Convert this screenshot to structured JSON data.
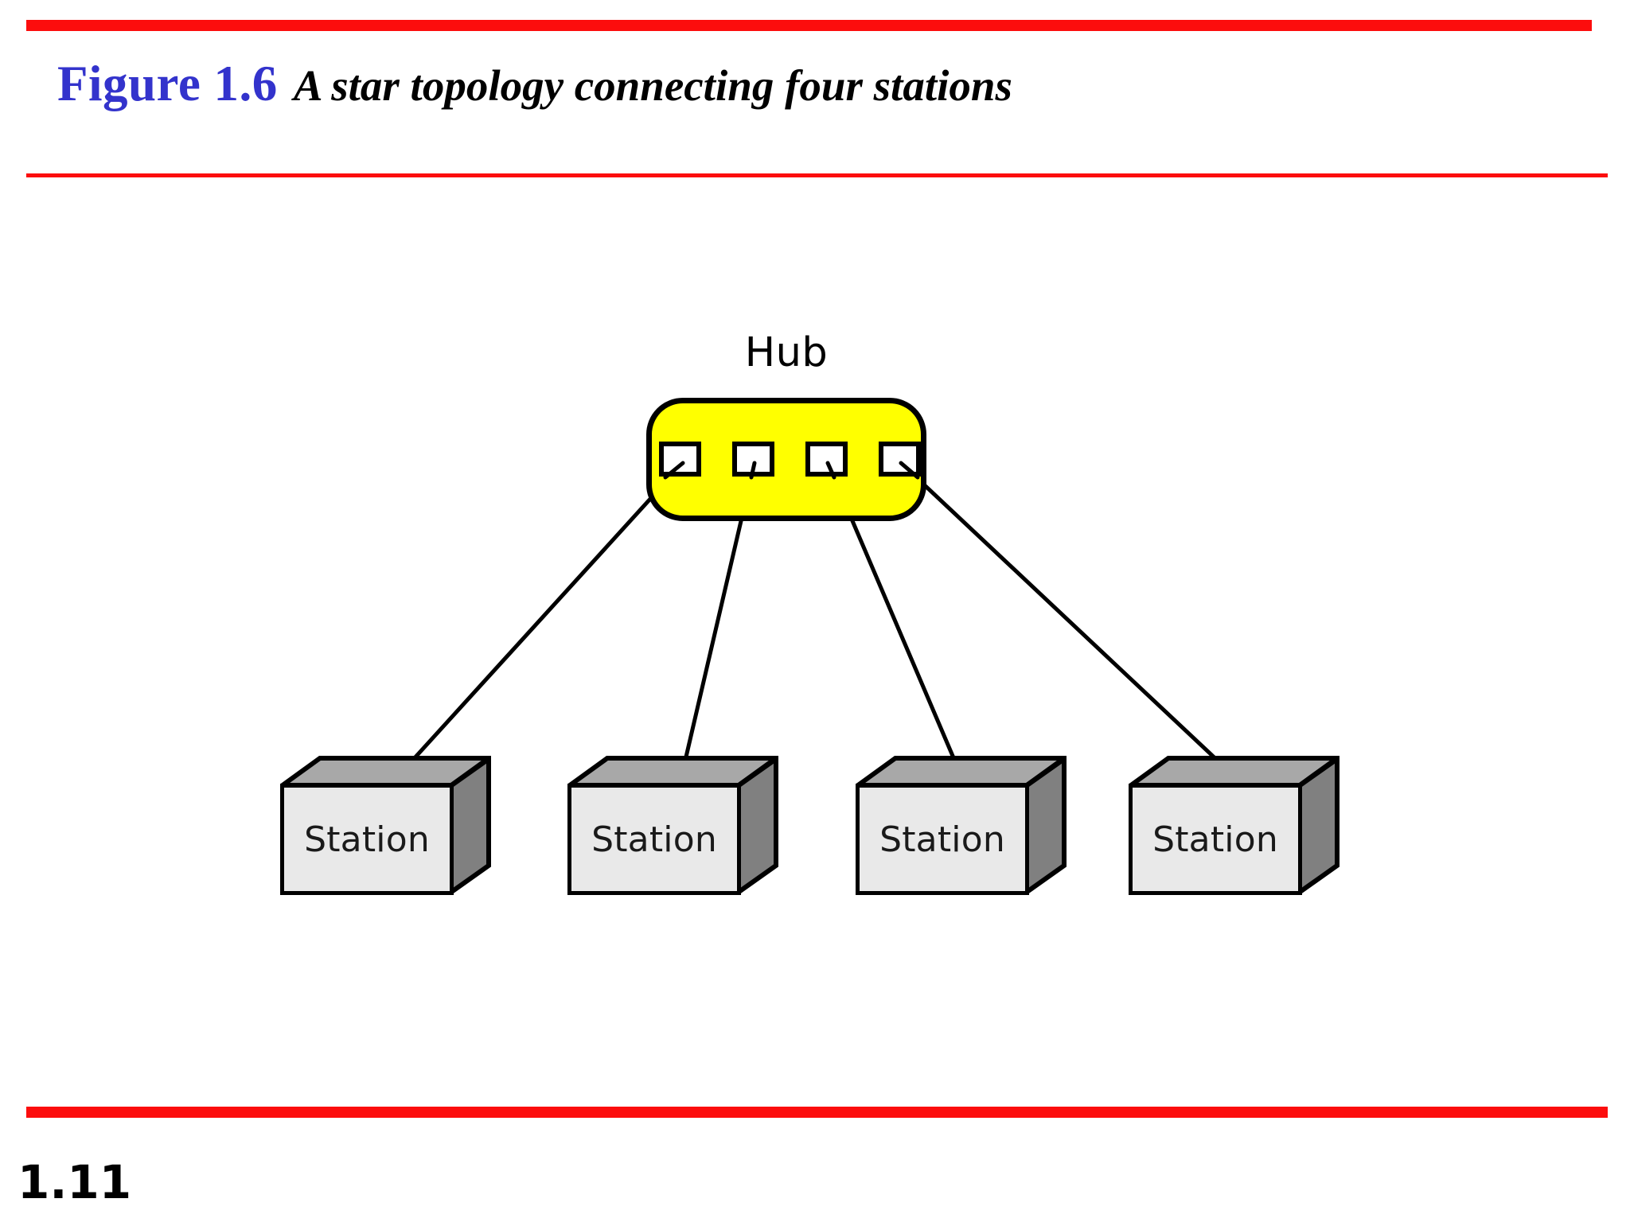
{
  "slide": {
    "page_number": "1.11",
    "background_color": "#ffffff"
  },
  "rules": {
    "color": "#fc0d0d"
  },
  "title": {
    "figure_number": "Figure 1.6",
    "figure_number_color": "#3333cc",
    "caption": "A star topology connecting four stations",
    "caption_color": "#000000"
  },
  "diagram": {
    "type": "network-topology",
    "topology": "star",
    "hub": {
      "label": "Hub",
      "fill_color": "#ffff00",
      "stroke_color": "#000000",
      "port_count": 4,
      "port_fill_color": "#ffffff"
    },
    "stations": [
      {
        "label": "Station"
      },
      {
        "label": "Station"
      },
      {
        "label": "Station"
      },
      {
        "label": "Station"
      }
    ],
    "links": [
      {
        "from": "hub-port-1",
        "to": "station-1"
      },
      {
        "from": "hub-port-2",
        "to": "station-2"
      },
      {
        "from": "hub-port-3",
        "to": "station-3"
      },
      {
        "from": "hub-port-4",
        "to": "station-4"
      }
    ],
    "link_color": "#000000"
  }
}
